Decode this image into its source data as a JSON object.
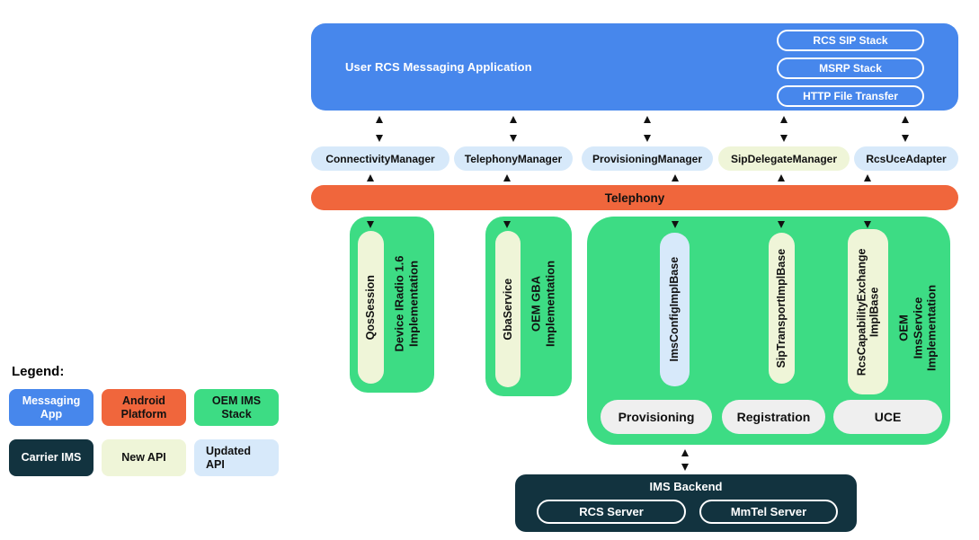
{
  "legend": {
    "title": "Legend:",
    "items": [
      {
        "label": "Messaging\nApp"
      },
      {
        "label": "Android\nPlatform"
      },
      {
        "label": "OEM IMS\nStack"
      },
      {
        "label": "Carrier IMS"
      },
      {
        "label": "New API"
      },
      {
        "label": "Updated\nAPI"
      }
    ]
  },
  "app_box": {
    "title": "User RCS Messaging Application",
    "stacks": [
      "RCS SIP Stack",
      "MSRP Stack",
      "HTTP File Transfer"
    ]
  },
  "managers": [
    {
      "label": "ConnectivityManager"
    },
    {
      "label": "TelephonyManager"
    },
    {
      "label": "ProvisioningManager"
    },
    {
      "label": "SipDelegateManager"
    },
    {
      "label": "RcsUceAdapter"
    }
  ],
  "platform": {
    "label": "Telephony"
  },
  "oem": {
    "radio_box": {
      "pill": "QosSession",
      "caption": "Device IRadio 1.6\nImplementation"
    },
    "gba_box": {
      "pill": "GbaService",
      "caption": "OEM GBA\nImplementation"
    },
    "ims_box": {
      "pills": [
        "ImsConfigImplBase",
        "SipTransportImplBase",
        "RcsCapabilityExchange\nImplBase"
      ],
      "caption": "OEM ImsService\nImplementation",
      "functions": [
        "Provisioning",
        "Registration",
        "UCE"
      ]
    }
  },
  "backend": {
    "title": "IMS Backend",
    "servers": [
      "RCS Server",
      "MmTel Server"
    ]
  },
  "colors": {
    "app_blue": "#4787EC",
    "android_orange": "#F0663C",
    "oem_green": "#3DDC84",
    "carrier_navy": "#12333F",
    "new_api": "#EFF5D8",
    "updated_api": "#D7E9FA",
    "function_gray": "#EFEFEF",
    "arrow_black": "#111111"
  }
}
